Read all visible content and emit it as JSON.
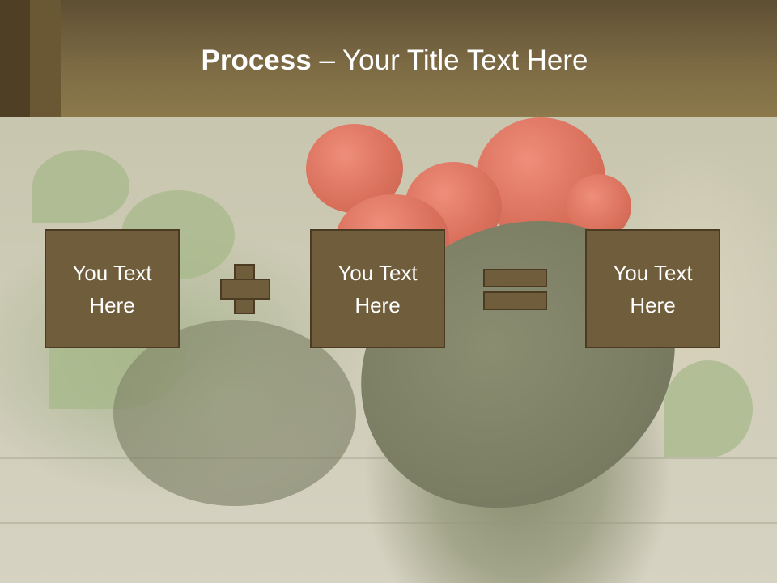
{
  "title": {
    "bold": "Process",
    "rest": " – Your Title Text Here"
  },
  "process": {
    "boxes": [
      {
        "label": "You Text\nHere"
      },
      {
        "label": "You Text\nHere"
      },
      {
        "label": "You Text\nHere"
      }
    ],
    "operator_1": "plus-icon",
    "operator_2": "equals-icon"
  },
  "colors": {
    "header": "#7c6a44",
    "box_fill": "#6f5d3c",
    "box_border": "#4a3b22",
    "text": "#ffffff"
  }
}
